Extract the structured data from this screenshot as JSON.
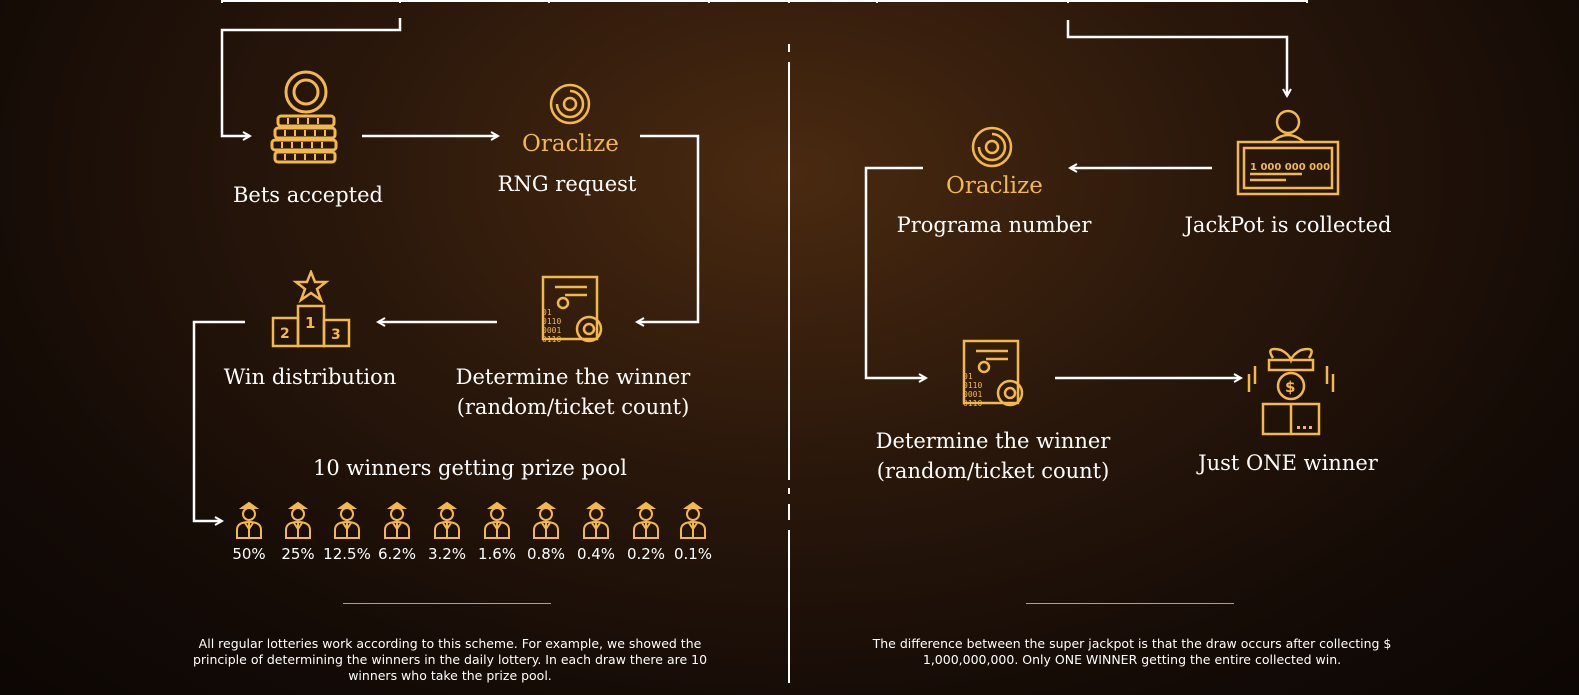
{
  "left": {
    "bets_label": "Bets accepted",
    "oraclize_brand": "Oraclize",
    "rng_label": "RNG request",
    "win_dist_label": "Win distribution",
    "determine_line1": "Determine the winner",
    "determine_line2": "(random/ticket count)",
    "winners_heading": "10 winners getting prize pool",
    "percentages": [
      "50%",
      "25%",
      "12.5%",
      "6.2%",
      "3.2%",
      "1.6%",
      "0.8%",
      "0.4%",
      "0.2%",
      "0.1%"
    ],
    "footnote_line1": "All regular lotteries work according to this scheme. For example, we showed the",
    "footnote_line2": "principle of determining the winners in the daily lottery. In each draw there are 10",
    "footnote_line3": "winners who take the prize pool."
  },
  "right": {
    "oraclize_brand": "Oraclize",
    "programa_label": "Programa number",
    "jackpot_label": "JackPot is collected",
    "jackpot_amount": "1 000 000 000",
    "determine_line1": "Determine the winner",
    "determine_line2": "(random/ticket count)",
    "one_winner_label": "Just ONE winner",
    "footnote_line1": "The difference between the super jackpot is that the draw occurs after collecting $",
    "footnote_line2": "1,000,000,000. Only ONE WINNER getting the entire collected win."
  },
  "binary_text": [
    "01",
    "0110",
    "0001",
    "0110"
  ],
  "colors": {
    "gold": "#f2b84a",
    "gold_dark": "#c98a1e",
    "line": "#ffffff"
  }
}
